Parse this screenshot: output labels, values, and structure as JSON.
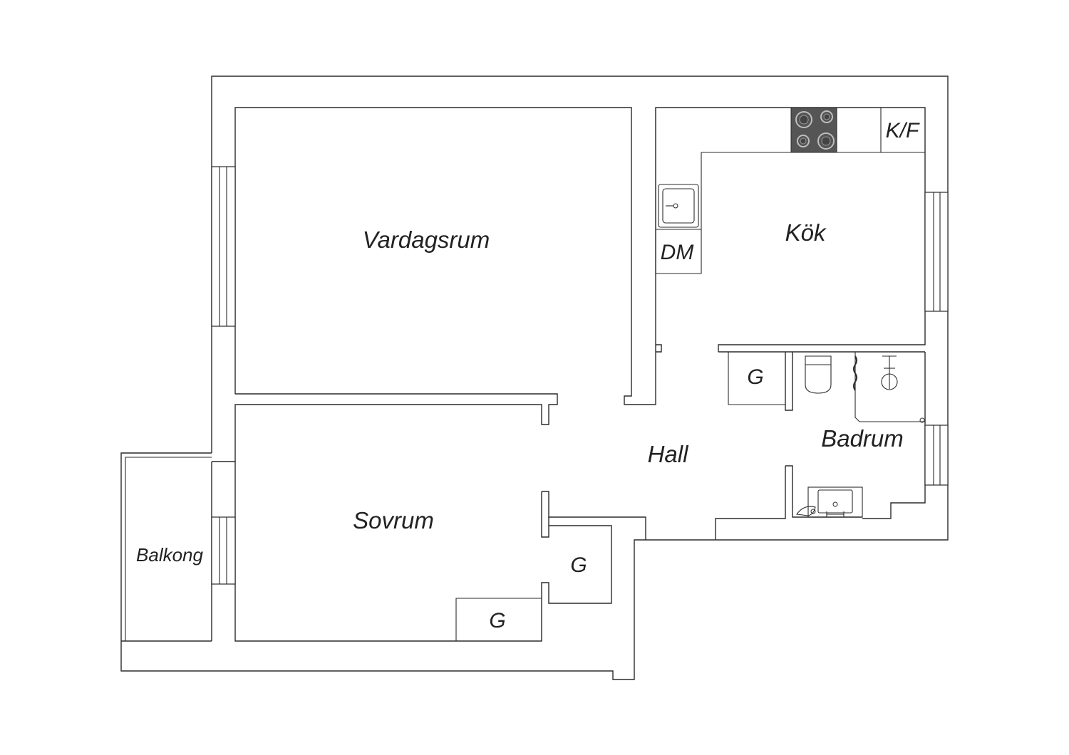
{
  "rooms": {
    "living_room": "Vardagsrum",
    "kitchen": "Kök",
    "hall": "Hall",
    "bathroom": "Badrum",
    "bedroom": "Sovrum",
    "balcony": "Balkong"
  },
  "fixtures": {
    "fridge_freezer": "K/F",
    "dishwasher": "DM",
    "closet_hall": "G",
    "closet_bedroom_side": "G",
    "closet_bedroom_bottom": "G"
  },
  "colors": {
    "line": "#2b2b2b",
    "stove": "#555555",
    "background": "#ffffff"
  }
}
